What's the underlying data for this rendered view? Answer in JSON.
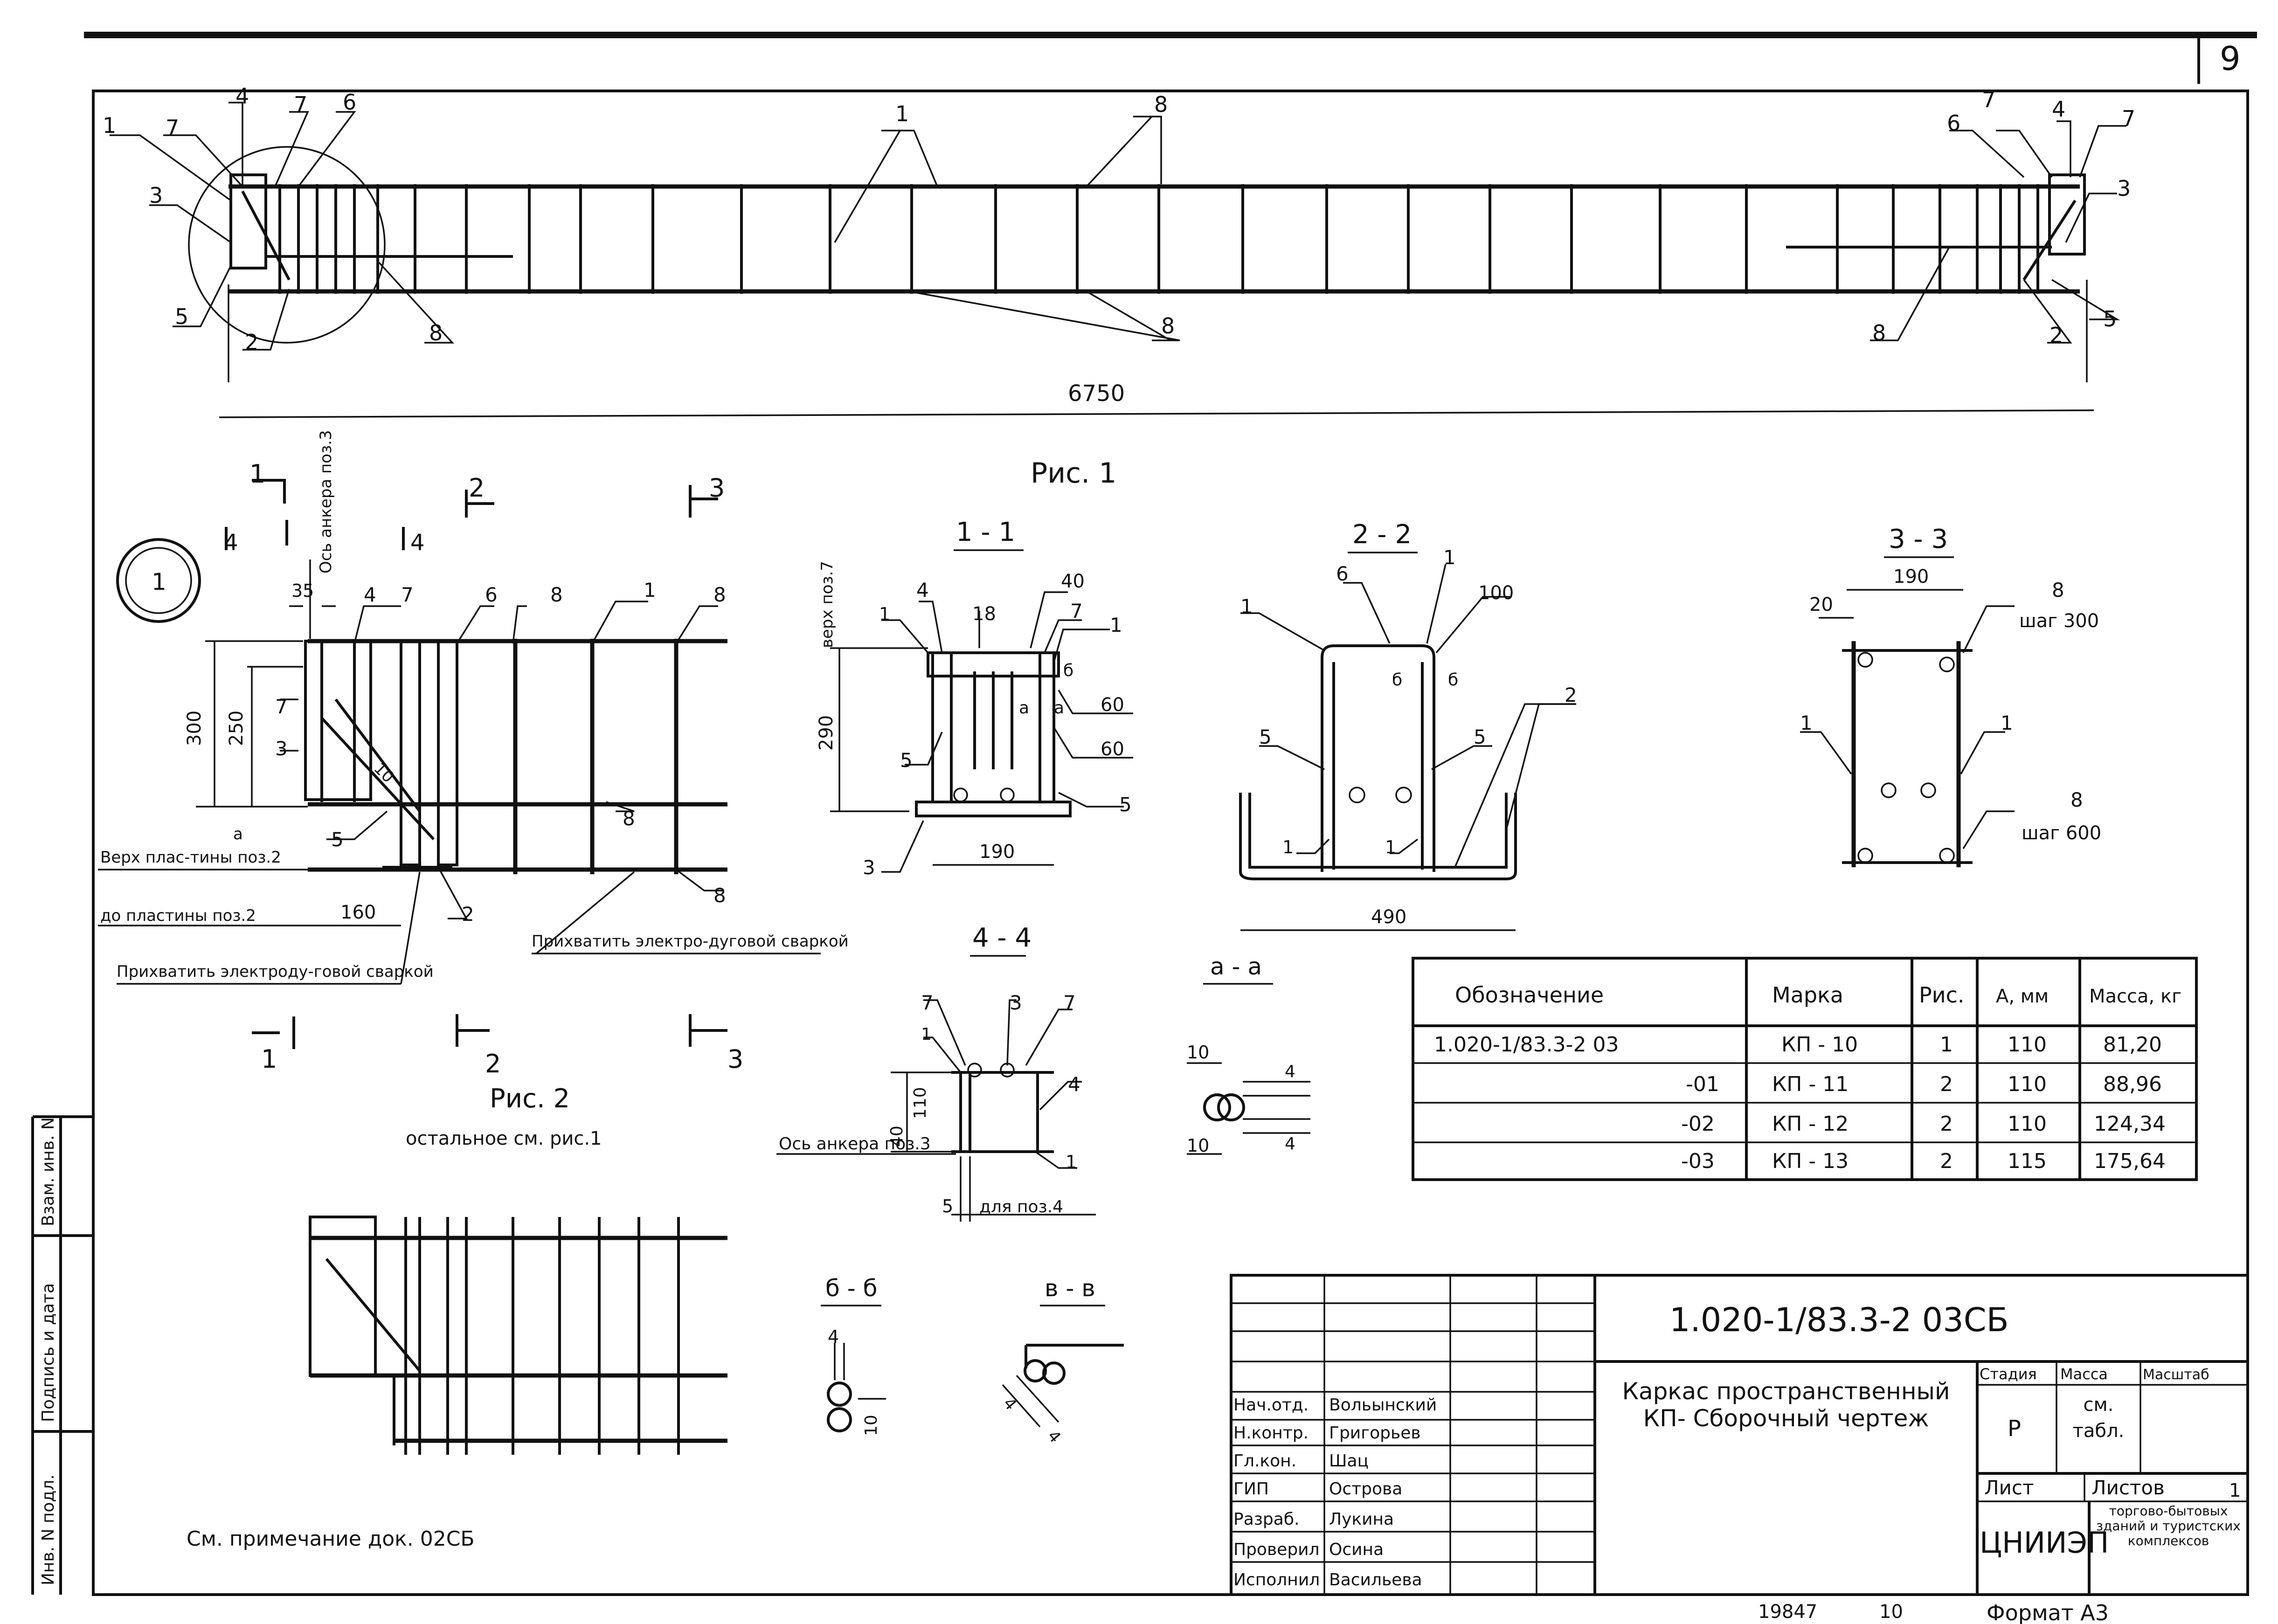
{
  "sheet_number": "9",
  "figures": {
    "fig1_title": "Рис. 1",
    "fig2_title": "Рис. 2",
    "fig2_note": "остальное см. рис.1",
    "overall_length": "6750",
    "node_marker": "1"
  },
  "positions": [
    "1",
    "2",
    "3",
    "4",
    "5",
    "6",
    "7",
    "8"
  ],
  "sections": {
    "s11": "1 - 1",
    "s22": "2 - 2",
    "s33": "3 - 3",
    "s44": "4 - 4",
    "aa": "а - а",
    "bb": "б - б",
    "vv": "в - в",
    "cut1": "1",
    "cut2": "2",
    "cut3": "3",
    "cut4": "4",
    "la": "а",
    "lb": "б",
    "lv": "в"
  },
  "annotations": {
    "axis_anchor": "Ось анкера поз.3",
    "top_pos7": "верх поз.7",
    "top_plate": "Верх плас-тины поз.2",
    "to_plate": "до пластины поз.2",
    "weld_1": "Прихватить электро-дуговой сваркой",
    "weld_2": "Прихватить электроду-говой сваркой",
    "step300": "шаг 300",
    "step600": "шаг 600",
    "for_pos4": "для поз.4",
    "axis_anchor_44": "Ось анкера поз.3",
    "see_note": "См. примечание  док. 02СБ"
  },
  "dims": {
    "d35": "35",
    "d300": "300",
    "d250": "250",
    "d10": "10",
    "d160": "160",
    "d18": "18",
    "d40": "40",
    "d290": "290",
    "d60": "60",
    "d190": "190",
    "d100": "100",
    "d490": "490",
    "d20": "20",
    "d110": "110",
    "d4": "4",
    "d5": "5"
  },
  "spec_table": {
    "headers": [
      "Обозначение",
      "Марка",
      "Рис.",
      "А, мм",
      "Масса, кг"
    ],
    "rows": [
      [
        "1.020-1/83.3-2 03",
        "КП - 10",
        "1",
        "110",
        "81,20"
      ],
      [
        "-01",
        "КП - 11",
        "2",
        "110",
        "88,96"
      ],
      [
        "-02",
        "КП - 12",
        "2",
        "110",
        "124,34"
      ],
      [
        "-03",
        "КП - 13",
        "2",
        "115",
        "175,64"
      ]
    ]
  },
  "title_block": {
    "doc_code": "1.020-1/83.3-2  03СБ",
    "title": "Каркас пространственный КП- Сборочный чертеж",
    "stage_label": "Стадия",
    "stage": "Р",
    "mass_label": "Масса",
    "mass": "см. табл.",
    "scale_label": "Масштаб",
    "sheet_label": "Лист",
    "sheets_label": "Листов",
    "sheets": "1",
    "org": "ЦНИИЭП",
    "org_sub": "торгово-бытовых зданий и туристских комплексов",
    "staff": [
      {
        "role": "Нач.отд.",
        "name": "Вольынский"
      },
      {
        "role": "Н.контр.",
        "name": "Григорьев"
      },
      {
        "role": "Гл.кон.",
        "name": "Шац"
      },
      {
        "role": "ГИП",
        "name": "Острова"
      },
      {
        "role": "Разраб.",
        "name": "Лукина"
      },
      {
        "role": "Проверил",
        "name": "Осина"
      },
      {
        "role": "Исполнил",
        "name": "Васильева"
      }
    ]
  },
  "side_stamp": [
    "Инв. N подл.",
    "Подпись и дата",
    "Взам. инв. N"
  ],
  "footer": {
    "inv": "19847",
    "num": "10",
    "format": "Формат А3"
  }
}
